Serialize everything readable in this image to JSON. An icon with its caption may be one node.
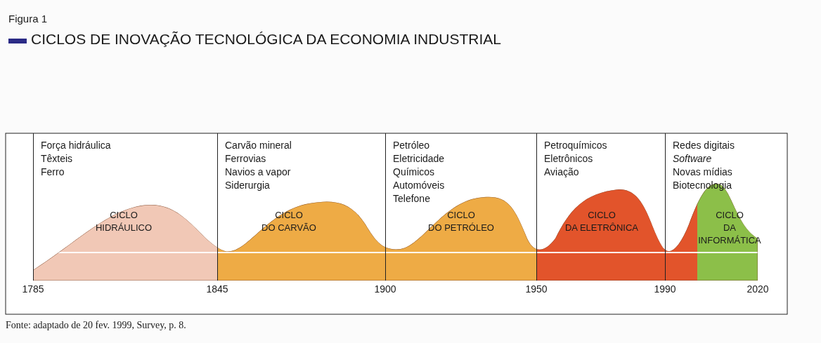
{
  "diagram": {
    "title": "CICLOS DE INOVAÇÃO TECNOLÓGICA DA ECONOMIA INDUSTRIAL",
    "caption": "Fonte: adaptado de 20 fev. 1999, Survey, p. 8.",
    "nodes": [
      {
        "text": [
          "Força hidráulica",
          "Têxteis",
          "Ferro",
          "CICLO HIDRÁULICO"
        ]
      },
      {
        "text": [
          "Carvão mineral",
          "Ferrovias",
          "Navios a vapor",
          "Siderurgia",
          "CICLO DO CARVÃO"
        ]
      },
      {
        "text": [
          "Petróleo",
          "Eletricidade",
          "Químicos",
          "Automóveis",
          "Telefone",
          "CICLO DO PETRÓLEO"
        ]
      },
      {
        "text": [
          "Petroquímicos",
          "Eletrônicos",
          "Aviação",
          "CICLO DA ELETRÔNICA"
        ]
      },
      {
        "text": [
          "Redes digitais",
          "*Software*",
          "Novas mídias",
          "Biotecnologia",
          "CICLO DA INFORMÁTICA"
        ]
      }
    ],
    "labels": [
      "Figura 1",
      "1785",
      "1845",
      "1900",
      "1950",
      "1990",
      "2020"
    ]
  }
}
